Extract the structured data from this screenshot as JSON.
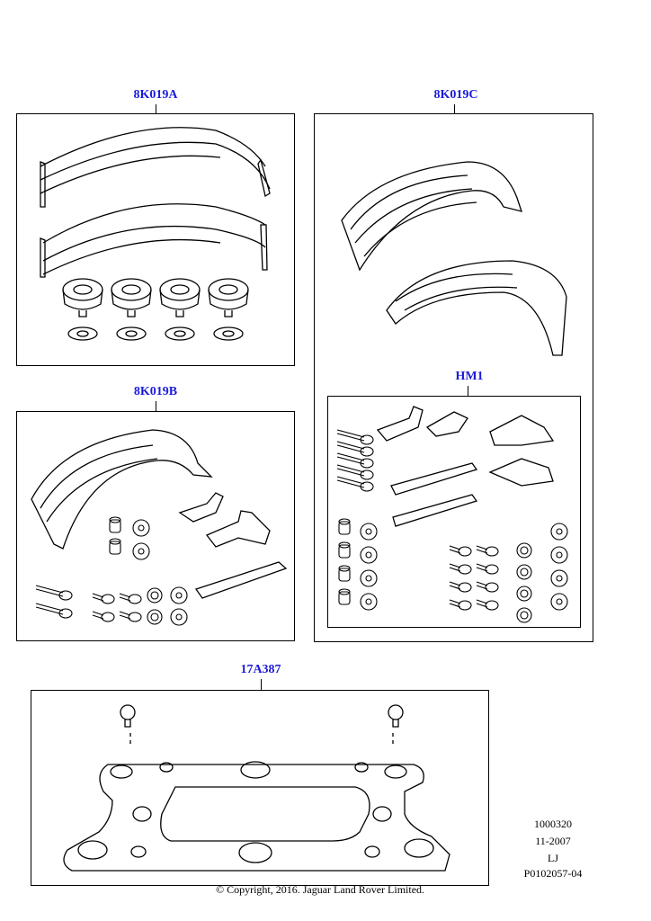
{
  "kits": [
    {
      "part": "8K019A"
    },
    {
      "part": "8K019C"
    },
    {
      "part": "8K019B"
    },
    {
      "part": "HM1"
    },
    {
      "part": "17A387"
    }
  ],
  "reference": {
    "number": "1000320",
    "date": "11-2007",
    "code": "LJ",
    "illustration": "P0102057-04"
  },
  "copyright": "© Copyright, 2016. Jaguar Land Rover Limited."
}
